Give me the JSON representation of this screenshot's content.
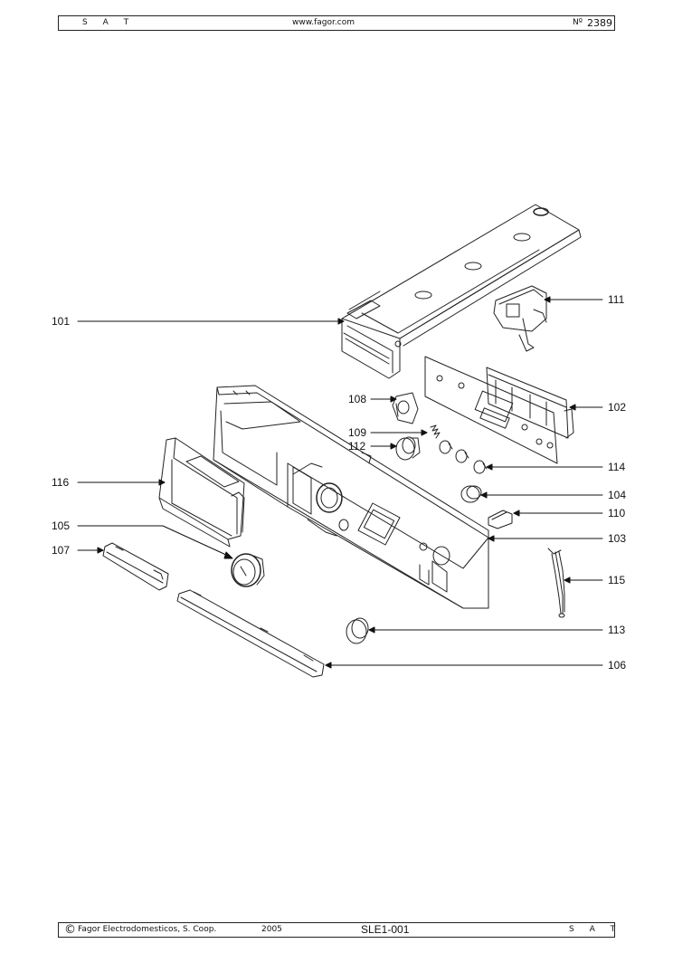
{
  "header": {
    "left_label": "S A T",
    "url": "www.fagor.com",
    "doc_number_prefix": "Nº",
    "doc_number": "2389"
  },
  "footer": {
    "copyright_symbol": "©",
    "company": "Fagor Electrodomesticos, S. Coop.",
    "year": "2005",
    "model_code": "SLE1-001",
    "right_label": "S A T"
  },
  "callouts": {
    "c101": "101",
    "c102": "102",
    "c103": "103",
    "c104": "104",
    "c105": "105",
    "c106": "106",
    "c107": "107",
    "c108": "108",
    "c109": "109",
    "c110": "110",
    "c111": "111",
    "c112": "112",
    "c113": "113",
    "c114": "114",
    "c115": "115",
    "c116": "116"
  }
}
